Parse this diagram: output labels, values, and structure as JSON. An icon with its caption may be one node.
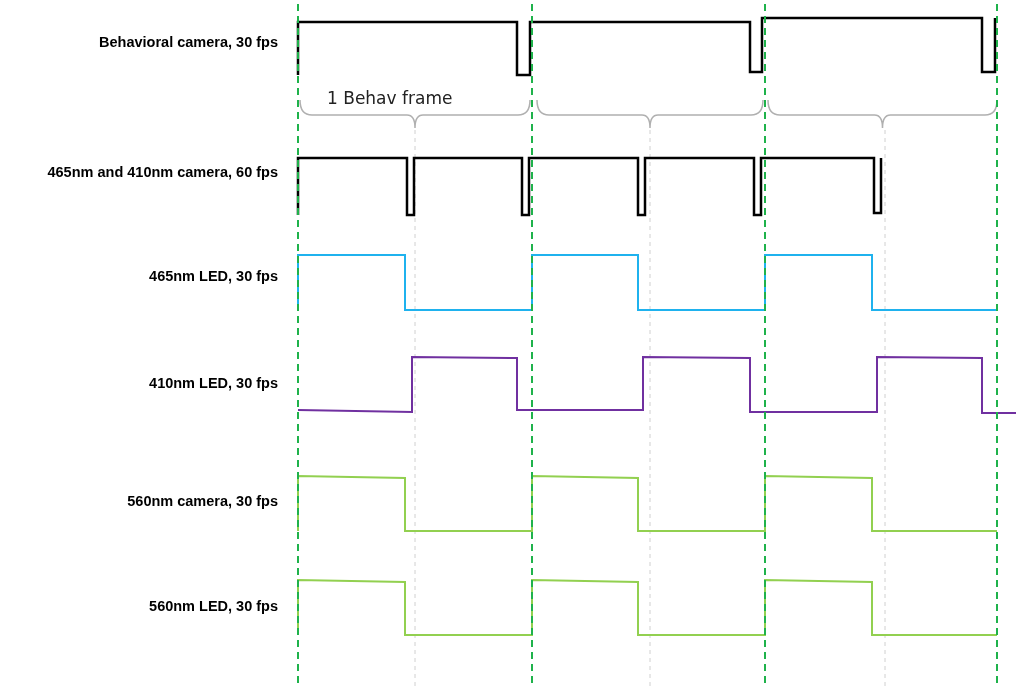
{
  "diagram": {
    "labels": [
      "Behavioral camera, 30 fps",
      "465nm and 410nm camera, 60 fps",
      "465nm LED, 30 fps",
      "410nm LED, 30 fps",
      "560nm camera, 30 fps",
      "560nm LED, 30 fps",
      "1 Behav frame"
    ]
  }
}
